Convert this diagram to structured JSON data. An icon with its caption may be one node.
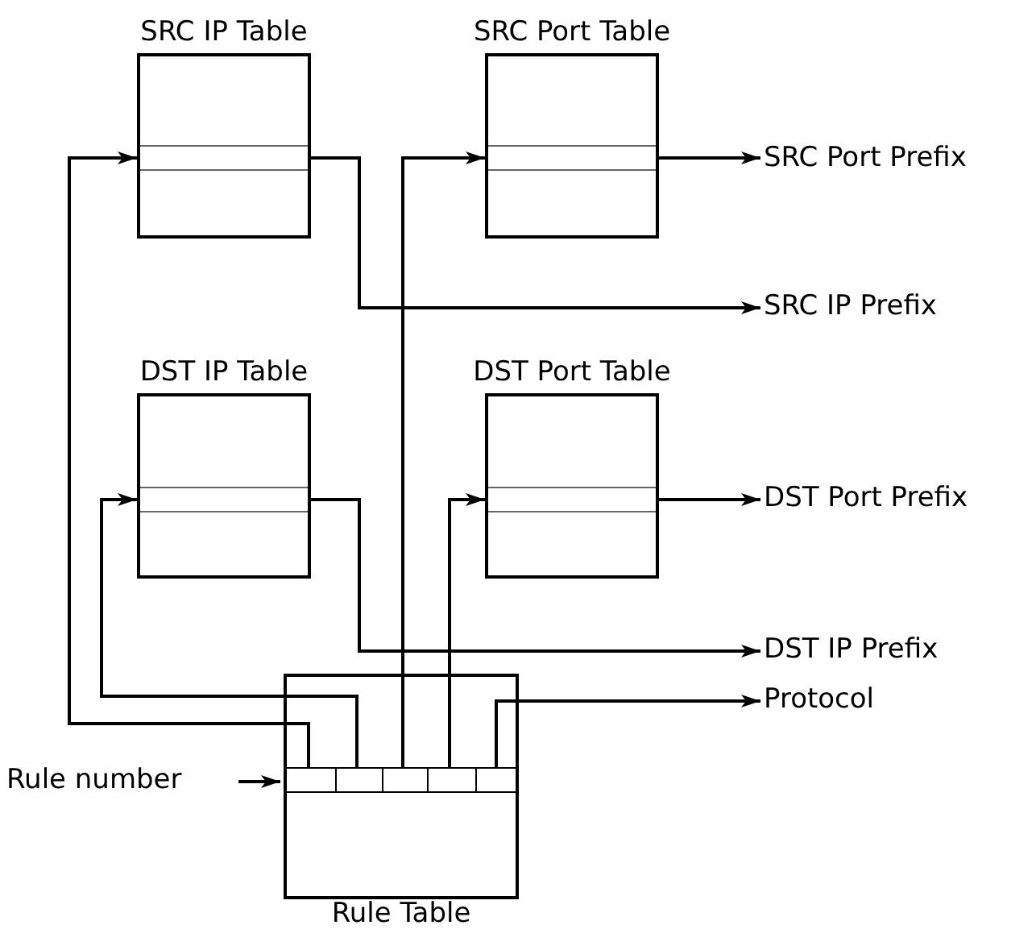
{
  "diagram": {
    "nodes": [
      {
        "text": [
          "SRC IP Table"
        ]
      },
      {
        "text": [],
        "shape": "box",
        "in": 0
      },
      {
        "text": [
          "SRC Port Table"
        ]
      },
      {
        "text": [],
        "shape": "box",
        "in": 2
      },
      {
        "text": [
          "DST IP Table"
        ]
      },
      {
        "text": [],
        "shape": "box",
        "in": 4
      },
      {
        "text": [
          "DST Port Table"
        ]
      },
      {
        "text": [],
        "shape": "box",
        "in": 6
      },
      {
        "text": [
          "Rule Table"
        ]
      },
      {
        "text": [],
        "shape": "box",
        "in": 8
      },
      {
        "text": [],
        "shape": "box",
        "in": 8
      },
      {
        "text": [],
        "shape": "box",
        "in": 8
      },
      {
        "text": [],
        "shape": "box",
        "in": 8
      },
      {
        "text": [],
        "shape": "box",
        "in": 8
      },
      {
        "text": [
          "Rule number"
        ]
      },
      {
        "text": [
          "SRC Port Prefix"
        ]
      },
      {
        "text": [
          "SRC IP Prefix"
        ]
      },
      {
        "text": [
          "DST Port Prefix"
        ]
      },
      {
        "text": [
          "DST IP Prefix"
        ]
      },
      {
        "text": [
          "Protocol"
        ]
      }
    ],
    "edges": [
      {
        "from": 9,
        "to": 1,
        "arrow": "to"
      },
      {
        "from": 10,
        "to": 5,
        "arrow": "to"
      },
      {
        "from": 11,
        "to": 3,
        "arrow": "to"
      },
      {
        "from": 12,
        "to": 7,
        "arrow": "to"
      },
      {
        "from": 13,
        "to": 19,
        "arrow": "to"
      },
      {
        "from": 14,
        "to": 8,
        "arrow": "to"
      },
      {
        "from": 3,
        "to": 15,
        "arrow": "to"
      },
      {
        "from": 1,
        "to": 16,
        "arrow": "to"
      },
      {
        "from": 7,
        "to": 17,
        "arrow": "to"
      },
      {
        "from": 5,
        "to": 18,
        "arrow": "to"
      }
    ]
  }
}
